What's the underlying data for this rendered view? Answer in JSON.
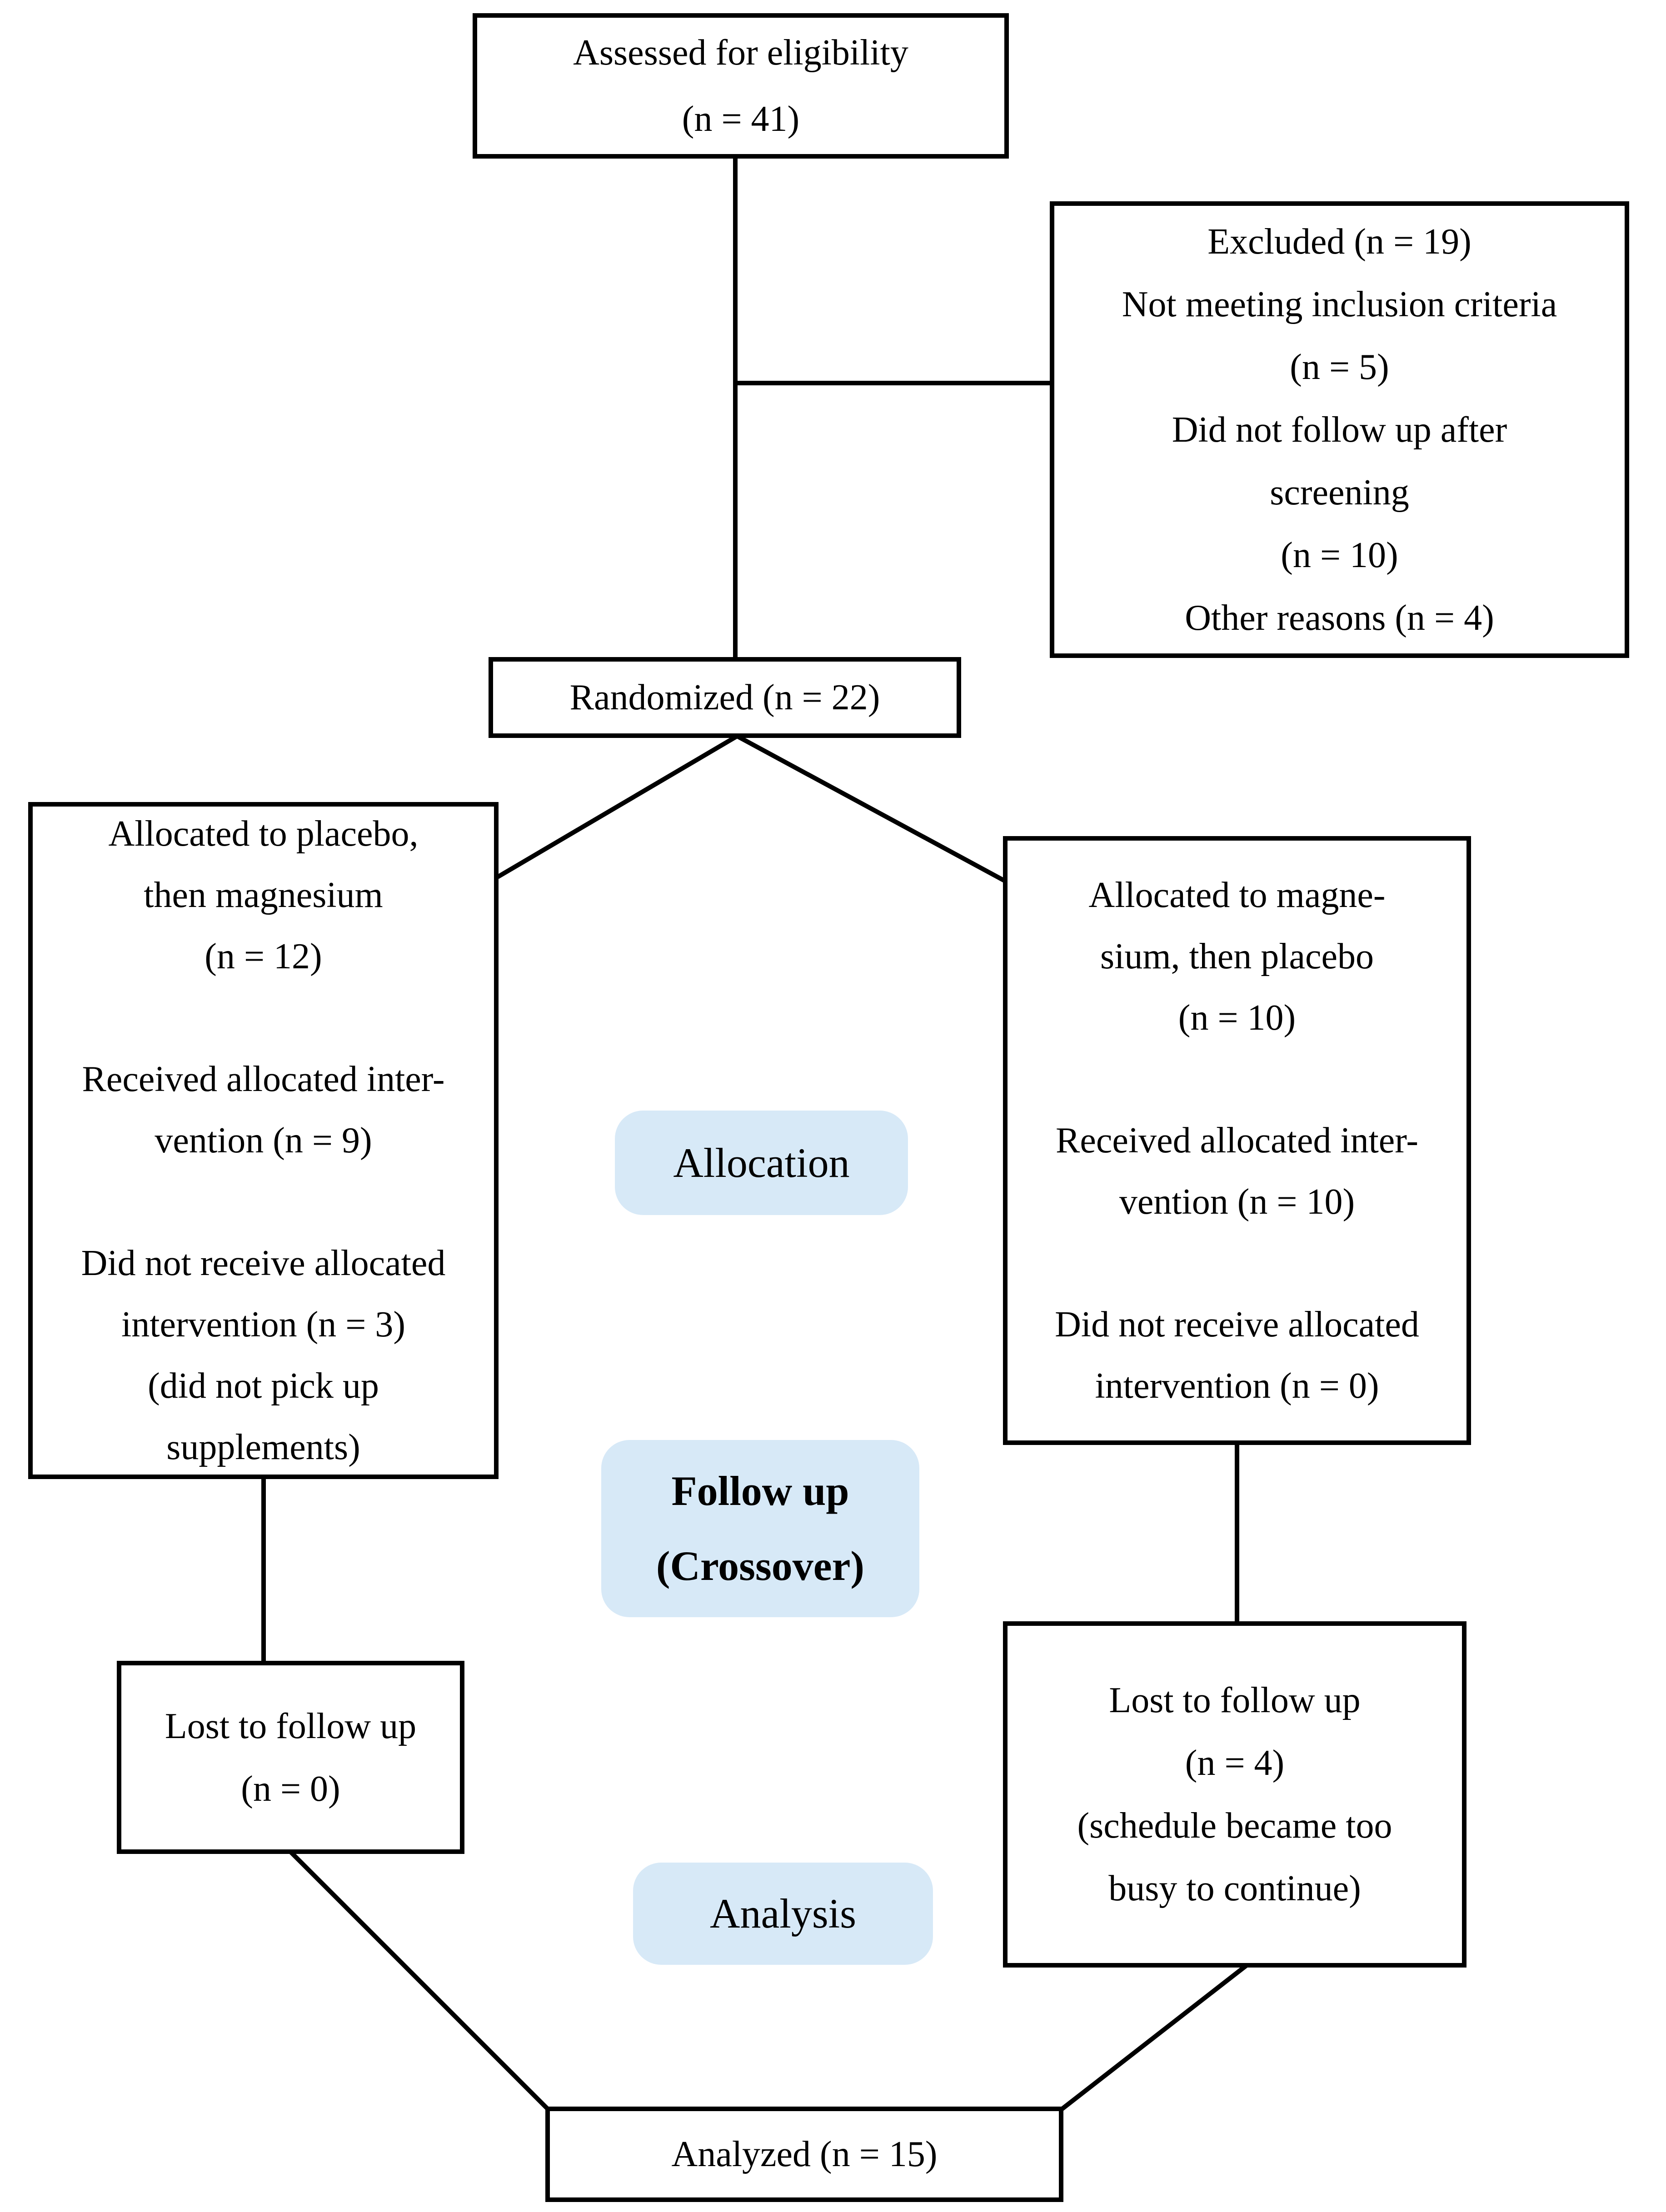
{
  "colors": {
    "stage_label_bg": "#d7e9f7",
    "line": "#000000",
    "box_border": "#000000",
    "background": "#ffffff",
    "text": "#000000"
  },
  "boxes": {
    "assessed": {
      "lines": [
        "Assessed for eligibility",
        "(n = 41)"
      ]
    },
    "excluded": {
      "lines": [
        "Excluded (n = 19)",
        "Not meeting inclusion criteria",
        "(n = 5)",
        "Did not follow up after",
        "screening",
        "(n = 10)",
        "Other reasons (n = 4)"
      ]
    },
    "randomized": {
      "lines": [
        "Randomized (n = 22)"
      ]
    },
    "allocated_placebo_first": {
      "lines": [
        "Allocated to placebo,",
        "then magnesium",
        "(n = 12)",
        "",
        "Received allocated inter-",
        "vention (n = 9)",
        "",
        "Did not receive allocated",
        "intervention (n = 3)",
        "(did not pick up",
        "supplements)"
      ]
    },
    "allocated_magnesium_first": {
      "lines": [
        "Allocated to magne-",
        "sium, then placebo",
        "(n = 10)",
        "",
        "Received allocated inter-",
        "vention (n = 10)",
        "",
        "Did not receive allocated",
        "intervention (n = 0)"
      ]
    },
    "lost_to_followup_left": {
      "lines": [
        "Lost to follow up",
        "(n = 0)"
      ]
    },
    "lost_to_followup_right": {
      "lines": [
        "Lost to follow up",
        "(n = 4)",
        "(schedule became too",
        "busy to continue)"
      ]
    },
    "analyzed": {
      "lines": [
        "Analyzed (n = 15)"
      ]
    }
  },
  "stage_labels": {
    "allocation": {
      "lines": [
        "Allocation"
      ]
    },
    "follow_up": {
      "lines": [
        "Follow up",
        "(Crossover)"
      ]
    },
    "analysis": {
      "lines": [
        "Analysis"
      ]
    }
  }
}
